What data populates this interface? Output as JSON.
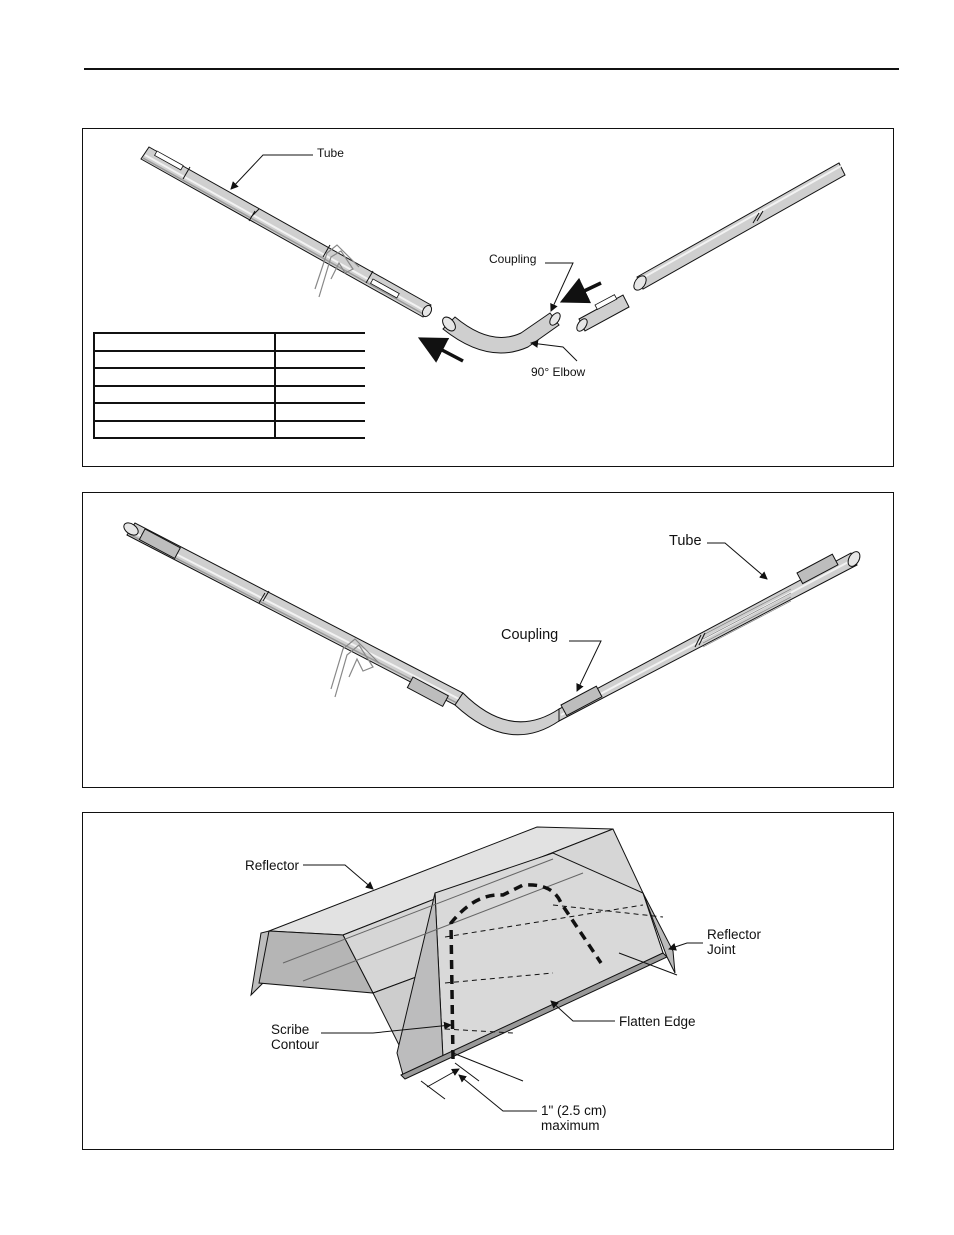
{
  "page": {
    "figures": [
      {
        "id": "tube-coupling-elbow-exploded",
        "labels": {
          "tube": "Tube",
          "coupling": "Coupling",
          "elbow": "90° Elbow"
        },
        "table": {
          "rows": [
            [
              "",
              ""
            ],
            [
              "",
              ""
            ],
            [
              "",
              ""
            ],
            [
              "",
              ""
            ],
            [
              "",
              ""
            ],
            [
              "",
              ""
            ]
          ]
        }
      },
      {
        "id": "tube-coupling-elbow-assembled",
        "labels": {
          "tube": "Tube",
          "coupling": "Coupling"
        }
      },
      {
        "id": "reflector-cutting",
        "labels": {
          "reflector": "Reflector",
          "reflector_joint_line1": "Reflector",
          "reflector_joint_line2": "Joint",
          "flatten_edge": "Flatten Edge",
          "scribe_contour_line1": "Scribe",
          "scribe_contour_line2": "Contour",
          "max_line1": "1\" (2.5 cm)",
          "max_line2": "maximum"
        }
      }
    ],
    "colors": {
      "ink": "#111111",
      "tube_fill": "#cfcfcf",
      "tube_shade": "#9a9a9a",
      "sheet_fill": "#d9d9d9",
      "sheet_shade": "#b5b5b5",
      "background": "#ffffff"
    },
    "icons": [
      "direction-arrow-icon",
      "leader-arrow-icon"
    ]
  }
}
